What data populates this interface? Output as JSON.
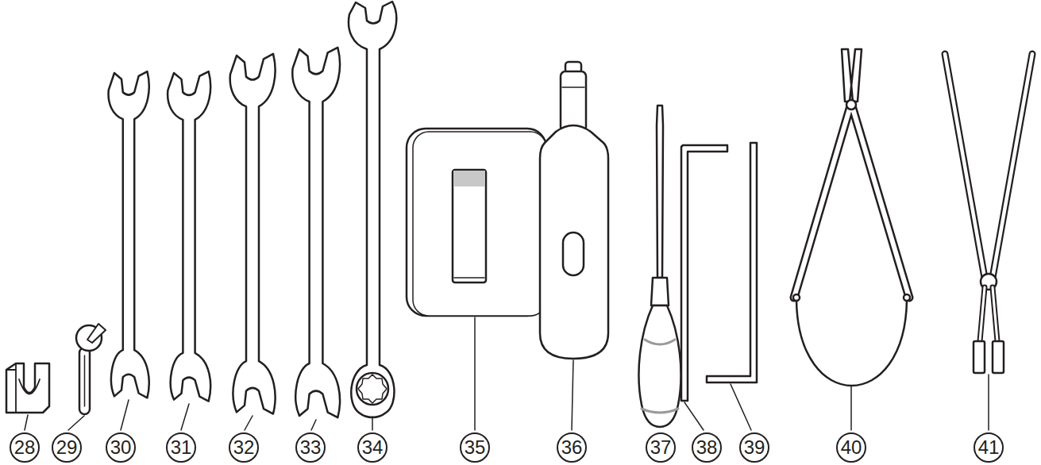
{
  "diagram": {
    "nodes": [
      {
        "text": [
          "28"
        ]
      },
      {
        "text": [
          "29"
        ]
      },
      {
        "text": [
          "30"
        ]
      },
      {
        "text": [
          "31"
        ]
      },
      {
        "text": [
          "32"
        ]
      },
      {
        "text": [
          "33"
        ]
      },
      {
        "text": [
          "34"
        ]
      },
      {
        "text": [
          "35"
        ]
      },
      {
        "text": [
          "36"
        ]
      },
      {
        "text": [
          "37"
        ]
      },
      {
        "text": [
          "38"
        ]
      },
      {
        "text": [
          "39"
        ]
      },
      {
        "text": [
          "40"
        ]
      },
      {
        "text": [
          "41"
        ]
      }
    ]
  }
}
